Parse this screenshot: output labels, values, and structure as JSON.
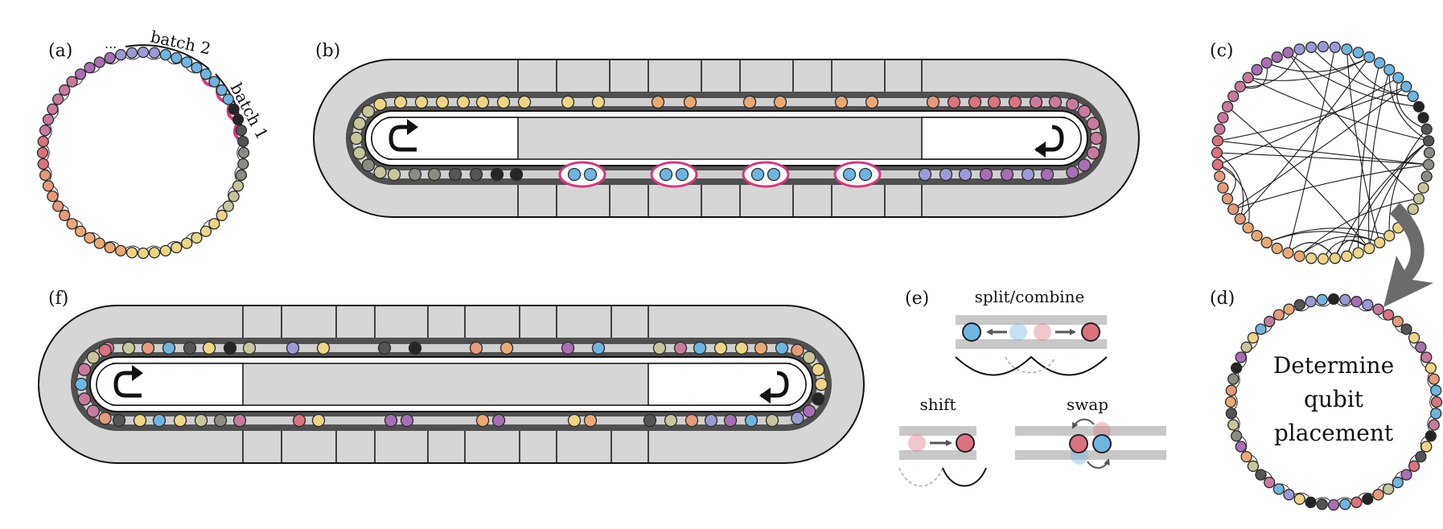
{
  "panels": {
    "a": {
      "label": "(a)",
      "ellipsis": "...",
      "batch2": "batch 2",
      "batch1": "batch 1"
    },
    "b": {
      "label": "(b)"
    },
    "c": {
      "label": "(c)"
    },
    "d": {
      "label": "(d)",
      "text_lines": [
        "Determine",
        "qubit",
        "placement"
      ]
    },
    "e": {
      "label": "(e)",
      "split_combine": "split/combine",
      "shift": "shift",
      "swap": "swap"
    },
    "f": {
      "label": "(f)"
    }
  },
  "colors": {
    "pink": "#c77a9e",
    "red": "#d9737f",
    "salmon": "#e59a7a",
    "orange": "#eba972",
    "yellow": "#ecd585",
    "khaki": "#c7c59a",
    "gray": "#8c8c84",
    "dark": "#555555",
    "black": "#252525",
    "blue": "#6eb5df",
    "lavender": "#9c9ad6",
    "purple": "#a86fb4",
    "highlight": "#d6387f",
    "arrow": "#555555",
    "track_light": "#d6d6d6",
    "track_dark": "#505050",
    "text": "#111111"
  },
  "icons": [
    "u-turn-right-icon",
    "u-turn-left-icon",
    "left-arrow-icon",
    "right-arrow-icon",
    "curved-arrow-icon"
  ]
}
